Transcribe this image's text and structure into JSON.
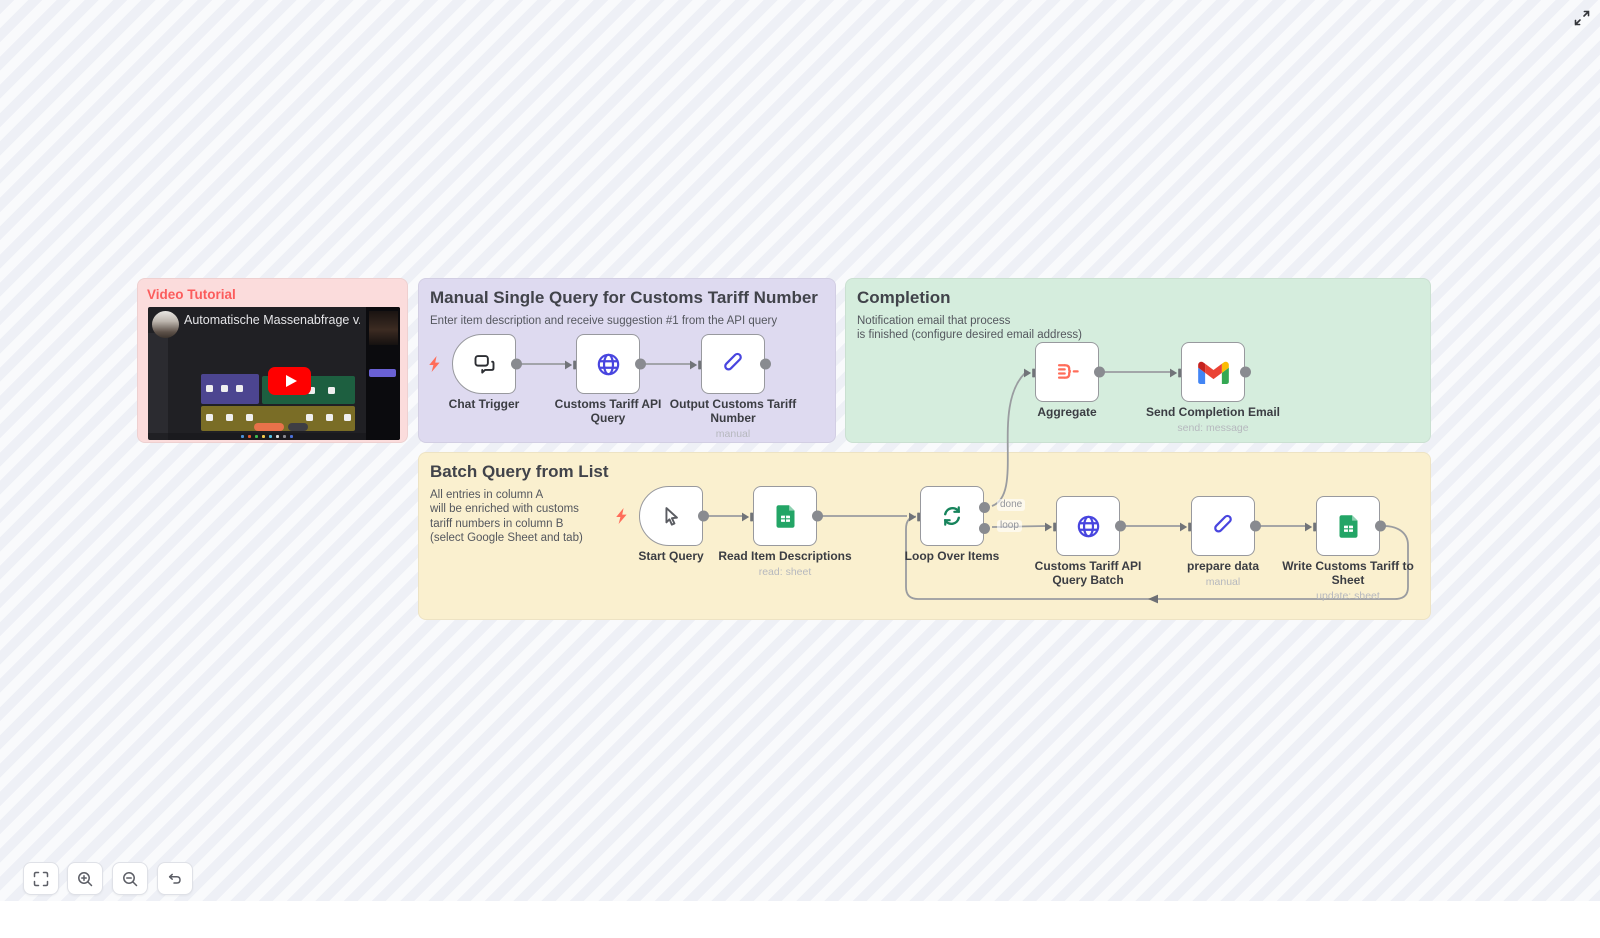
{
  "sticky_notes": {
    "video_tutorial": {
      "title": "Video Tutorial",
      "video": {
        "title": "Automatische Massenabfrage v..."
      }
    },
    "manual_single_query": {
      "title": "Manual Single Query for Customs Tariff Number",
      "subtitle": "Enter item description and receive suggestion #1 from the API query"
    },
    "completion": {
      "title": "Completion",
      "subtitle_lines": [
        "Notification email that process",
        "is finished (configure desired email address)"
      ]
    },
    "batch_query": {
      "title": "Batch Query from List",
      "subtitle_lines": [
        "All entries in column A",
        "will be enriched with customs",
        "tariff numbers in column B",
        "(select Google Sheet and tab)"
      ]
    }
  },
  "nodes": [
    {
      "name": "Chat Trigger",
      "icon": "chat-bubbles-icon"
    },
    {
      "name": "Customs Tariff API Query",
      "icon": "globe-icon"
    },
    {
      "name": "Output Customs Tariff Number",
      "sublabel": "manual",
      "icon": "pen-icon"
    },
    {
      "name": "Aggregate",
      "icon": "aggregate-icon"
    },
    {
      "name": "Send Completion Email",
      "sublabel": "send: message",
      "icon": "gmail-icon"
    },
    {
      "name": "Start Query",
      "icon": "cursor-icon"
    },
    {
      "name": "Read Item Descriptions",
      "sublabel": "read: sheet",
      "icon": "google-sheets-icon"
    },
    {
      "name": "Loop Over Items",
      "icon": "loop-icon",
      "outputs": [
        "done",
        "loop"
      ]
    },
    {
      "name": "Customs Tariff API Query Batch",
      "icon": "globe-icon"
    },
    {
      "name": "prepare data",
      "sublabel": "manual",
      "icon": "pen-icon"
    },
    {
      "name": "Write Customs Tariff to Sheet",
      "sublabel": "update: sheet",
      "icon": "google-sheets-icon"
    }
  ],
  "connection_labels": {
    "done": "done",
    "loop": "loop"
  },
  "controls": {
    "fit_view": "fit view",
    "zoom_in": "zoom in",
    "zoom_out": "zoom out",
    "undo": "undo",
    "expand": "expand"
  },
  "colors": {
    "canvas_stripe_a": "#eef0f6",
    "canvas_stripe_b": "#f9fafc",
    "sticky_pink": "#fbdcdc",
    "sticky_pink_title": "#fb5c5c",
    "sticky_purple": "#dedaf0",
    "sticky_green": "#d5eddd",
    "sticky_yellow": "#faf0cf",
    "node_border": "#98999e",
    "connector_gray": "#9a9ca0",
    "trigger_bolt": "#ff6d5a",
    "icon_blue": "#4845df",
    "icon_loop_green": "#17845c",
    "icon_aggregate_red": "#ff6d5a",
    "sheets_green": "#23a566",
    "youtube_red": "#ff0000"
  }
}
